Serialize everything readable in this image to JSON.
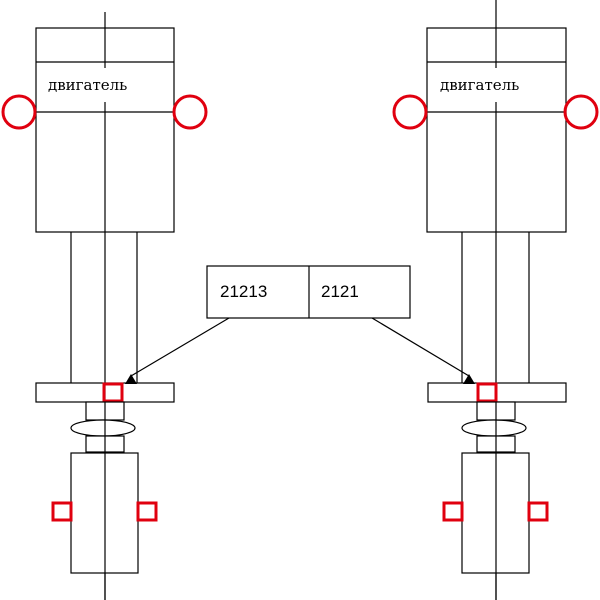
{
  "left_unit": {
    "motor_label": "двигатель"
  },
  "right_unit": {
    "motor_label": "двигатель"
  },
  "code_box": {
    "left_value": "21213",
    "right_value": "2121"
  },
  "colors": {
    "marker": "#e0000f",
    "line": "#000000",
    "background": "#ffffff"
  }
}
